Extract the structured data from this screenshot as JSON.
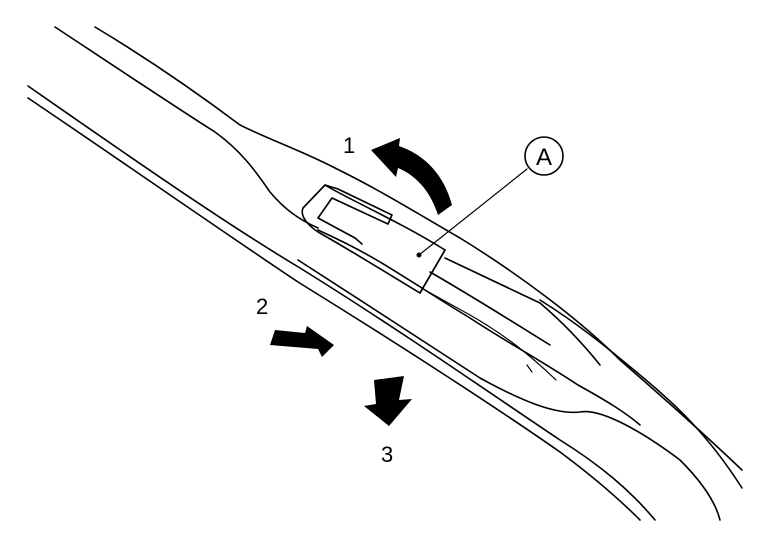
{
  "diagram": {
    "steps": [
      {
        "label": "1"
      },
      {
        "label": "2"
      },
      {
        "label": "3"
      }
    ],
    "callout": {
      "label": "A"
    }
  }
}
